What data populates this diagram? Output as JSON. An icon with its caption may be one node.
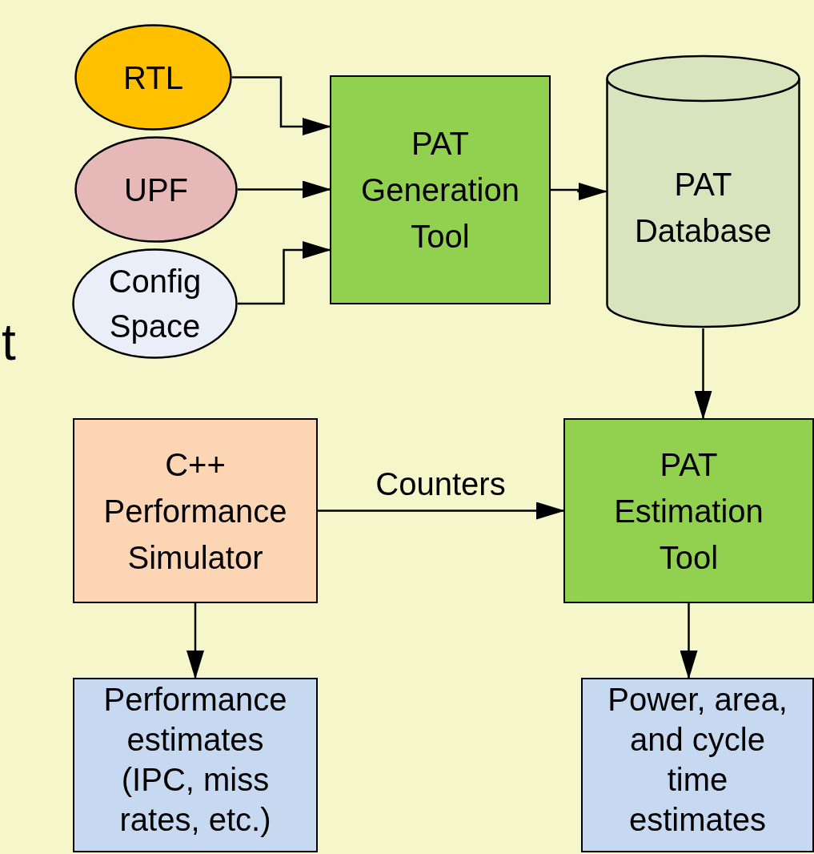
{
  "diagram": {
    "nodes": [
      {
        "text": [
          "RTL"
        ]
      },
      {
        "text": [
          "UPF"
        ]
      },
      {
        "text": [
          "Config Space"
        ]
      },
      {
        "text": [
          "PAT Generation Tool"
        ]
      },
      {
        "text": [
          "PAT Database"
        ]
      },
      {
        "text": [
          "C++ Performance Simulator"
        ]
      },
      {
        "text": [
          "PAT Estimation Tool"
        ]
      },
      {
        "text": [
          "Performance estimates (IPC, miss rates, etc.)"
        ]
      },
      {
        "text": [
          "Power, area, and cycle time estimates"
        ]
      }
    ],
    "edges": [
      {
        "from": 0,
        "to": 3,
        "arrow": "to"
      },
      {
        "from": 1,
        "to": 3,
        "arrow": "to"
      },
      {
        "from": 2,
        "to": 3,
        "arrow": "to"
      },
      {
        "from": 3,
        "to": 4,
        "arrow": "to"
      },
      {
        "from": 4,
        "to": 6,
        "arrow": "to"
      },
      {
        "from": 5,
        "to": 6,
        "arrow": "to",
        "label": "Counters"
      },
      {
        "from": 5,
        "to": 7,
        "arrow": "to"
      },
      {
        "from": 6,
        "to": 8,
        "arrow": "to"
      }
    ],
    "labels": [
      "t"
    ]
  }
}
